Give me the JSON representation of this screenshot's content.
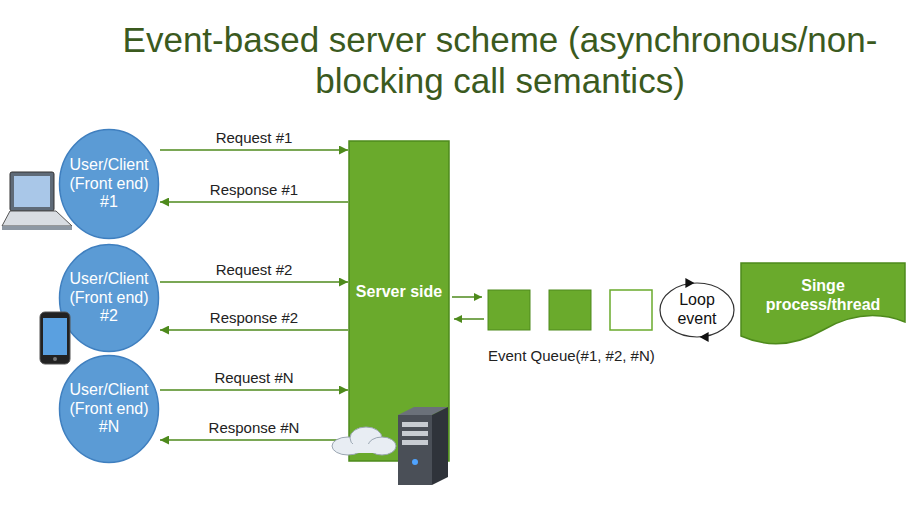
{
  "diagram": {
    "title": "Event-based server scheme (asynchronous/non-blocking call semantics)",
    "nodes": [
      {
        "text": [
          "User/Client (Front end) #1"
        ]
      },
      {
        "text": [
          "User/Client (Front end) #2"
        ]
      },
      {
        "text": [
          "User/Client (Front end) #N"
        ]
      },
      {
        "text": [
          "Server side"
        ]
      },
      {
        "text": [
          "Loop event"
        ]
      },
      {
        "text": [
          "Singe process/thread"
        ]
      }
    ],
    "edges": [
      {
        "from": 0,
        "to": 3,
        "label": "Request #1",
        "arrow": "to"
      },
      {
        "from": 3,
        "to": 0,
        "label": "Response #1",
        "arrow": "to"
      },
      {
        "from": 1,
        "to": 3,
        "label": "Request #2",
        "arrow": "to"
      },
      {
        "from": 3,
        "to": 1,
        "label": "Response #2",
        "arrow": "to"
      },
      {
        "from": 2,
        "to": 3,
        "label": "Request #N",
        "arrow": "to"
      },
      {
        "from": 3,
        "to": 2,
        "label": "Response #N",
        "arrow": "to"
      }
    ],
    "labels": [
      "Event Queue(#1, #2, #N)"
    ]
  }
}
